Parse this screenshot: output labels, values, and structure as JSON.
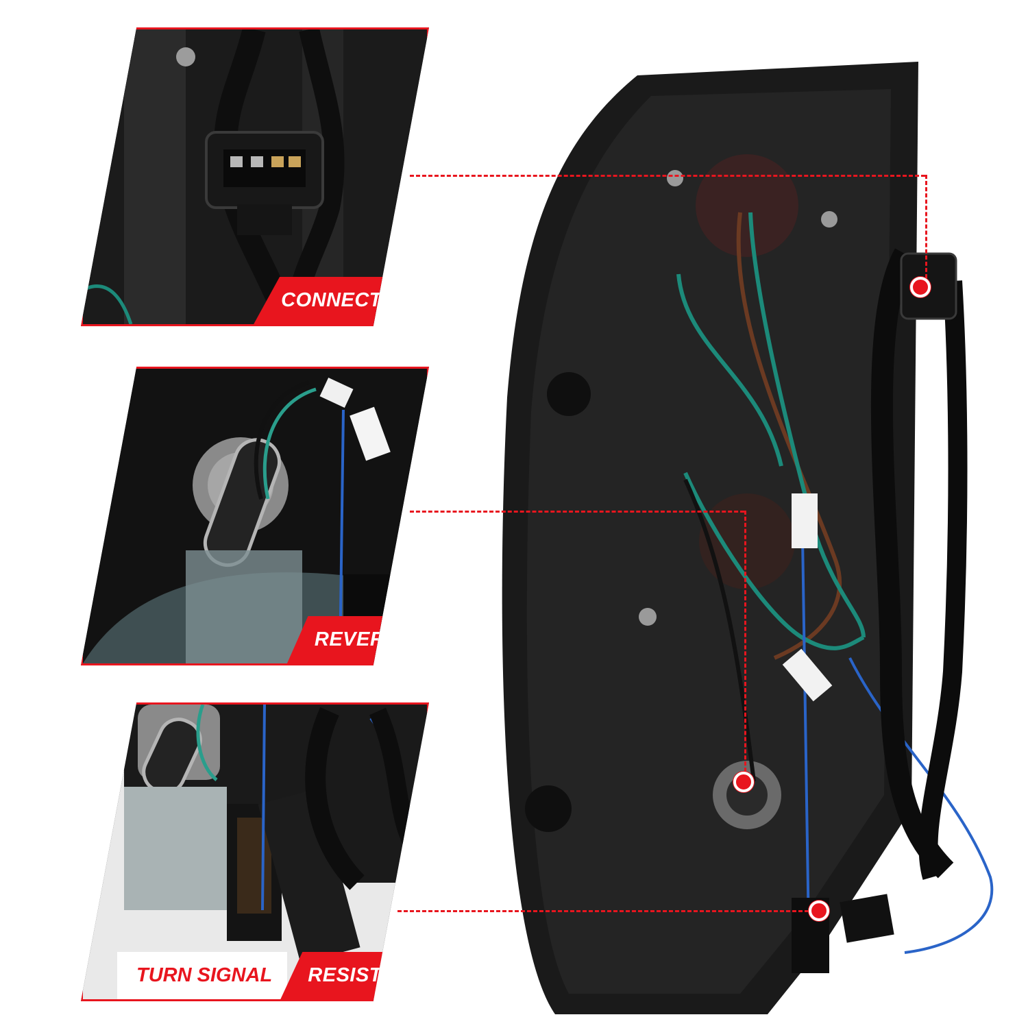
{
  "callouts": [
    {
      "label": "CONNECTOR"
    },
    {
      "label": "REVERSE"
    },
    {
      "label": "TURN SIGNAL"
    },
    {
      "label": "RESISTOR"
    }
  ],
  "colors": {
    "accent": "#e8151e",
    "housing": "#141414",
    "wire_green": "#1c8a7a",
    "wire_brown": "#6b3a22",
    "wire_blue": "#2a64c8"
  }
}
